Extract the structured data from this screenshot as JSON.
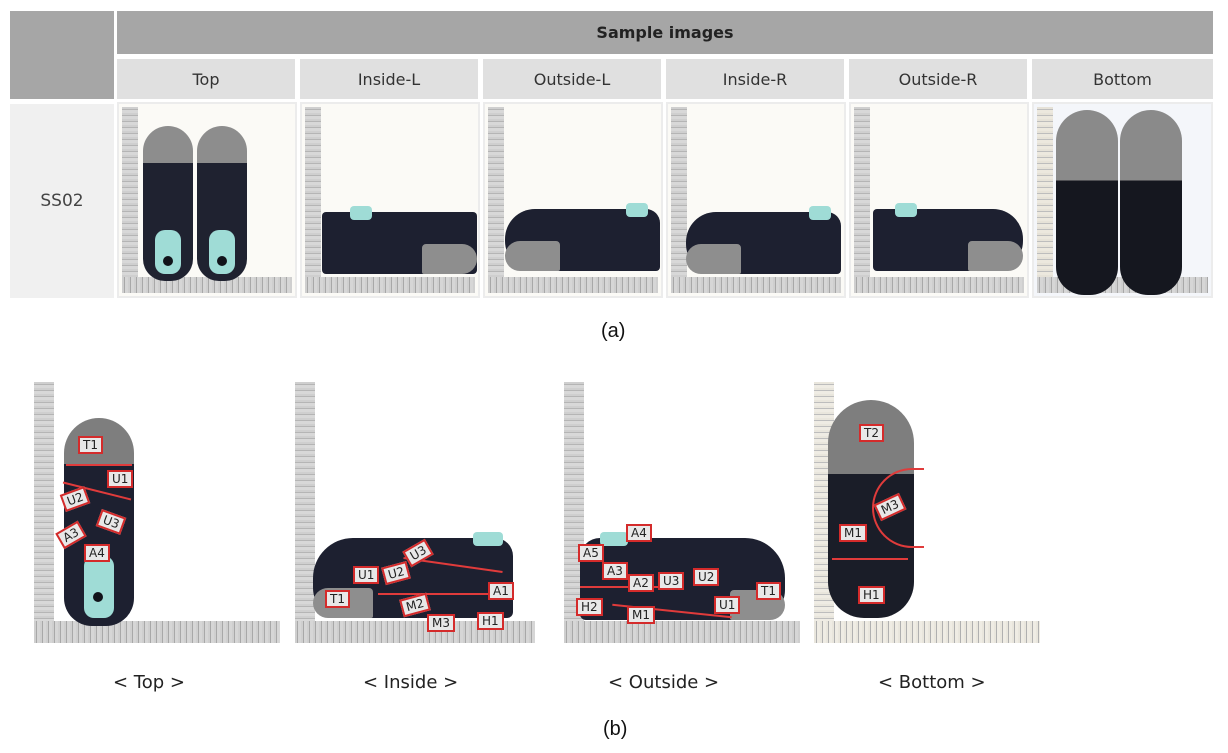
{
  "table": {
    "header": "Sample images",
    "columns": [
      "Top",
      "Inside-L",
      "Outside-L",
      "Inside-R",
      "Outside-R",
      "Bottom"
    ],
    "rows": [
      {
        "label": "SS02",
        "images": [
          "top-view-pair",
          "inside-left-view",
          "outside-left-view",
          "inside-right-view",
          "outside-right-view",
          "bottom-view-pair"
        ]
      }
    ]
  },
  "caption_a": "(a)",
  "panels": [
    {
      "view": "< Top >",
      "labels": [
        "T1",
        "U1",
        "U2",
        "U3",
        "A3",
        "A4"
      ]
    },
    {
      "view": "< Inside >",
      "labels": [
        "T1",
        "U1",
        "U2",
        "U3",
        "A1",
        "M2",
        "M3",
        "H1"
      ]
    },
    {
      "view": "< Outside >",
      "labels": [
        "A4",
        "A5",
        "A3",
        "A2",
        "U3",
        "U2",
        "H2",
        "M1",
        "U1",
        "T1"
      ]
    },
    {
      "view": "< Bottom >",
      "labels": [
        "T2",
        "M3",
        "M1",
        "H1"
      ]
    }
  ],
  "caption_b": "(b)",
  "colors": {
    "header_bg": "#a6a6a6",
    "column_header_bg": "#e0e0e0",
    "row_label_bg": "#f0f0f0",
    "annotation_red": "#d42b2b",
    "shoe_dark": "#1d2030",
    "shoe_gray": "#8e8e8e",
    "insole_teal": "#9fdcd6"
  }
}
